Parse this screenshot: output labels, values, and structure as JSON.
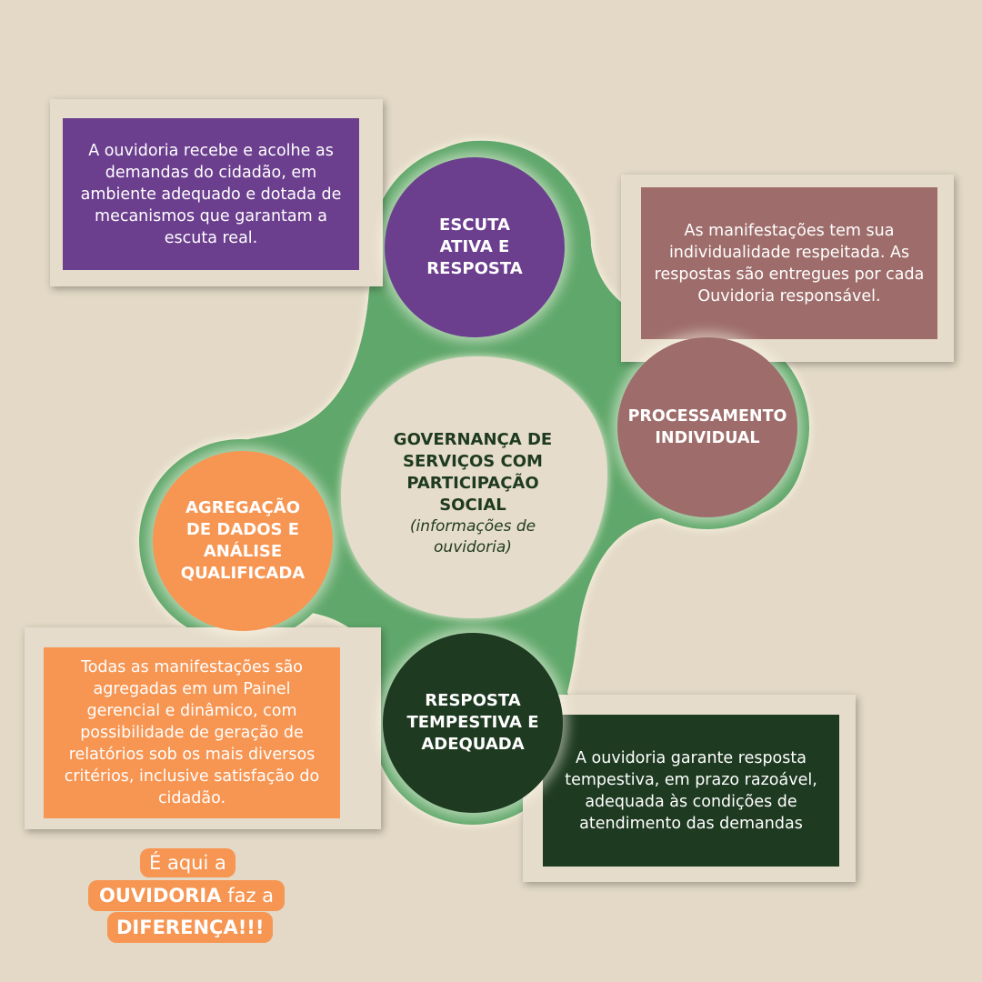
{
  "colors": {
    "background": "#e3d9c6",
    "ring_green": "#5fa76a",
    "purple": "#6b3e8e",
    "mauve": "#9e6d6b",
    "orange": "#f79552",
    "dark_green": "#1e3a21"
  },
  "center": {
    "title": "GOVERNANÇA DE SERVIÇOS COM PARTICIPAÇÃO SOCIAL",
    "subtitle": "(informações de ouvidoria)"
  },
  "nodes": [
    {
      "label": "ESCUTA ATIVA E RESPOSTA",
      "description": "A ouvidoria recebe e acolhe as demandas do cidadão, em ambiente adequado e dotada de mecanismos que garantam a escuta real."
    },
    {
      "label": "PROCESSAMENTO INDIVIDUAL",
      "description": "As manifestações tem sua individualidade respeitada. As respostas são entregues por cada Ouvidoria responsável."
    },
    {
      "label": "AGREGAÇÃO DE DADOS E ANÁLISE QUALIFICADA",
      "description": "Todas as manifestações são agregadas em um Painel gerencial e dinâmico, com possibilidade de geração de relatórios sob os mais diversos critérios, inclusive satisfação do cidadão."
    },
    {
      "label": "RESPOSTA TEMPESTIVA E ADEQUADA",
      "description": "A ouvidoria garante resposta tempestiva, em prazo razoável, adequada às condições de atendimento das demandas"
    }
  ],
  "callout": {
    "line1": "É aqui a",
    "line2_bold": "OUVIDORIA",
    "line2_rest": "faz a",
    "line3": "DIFERENÇA!!!"
  }
}
